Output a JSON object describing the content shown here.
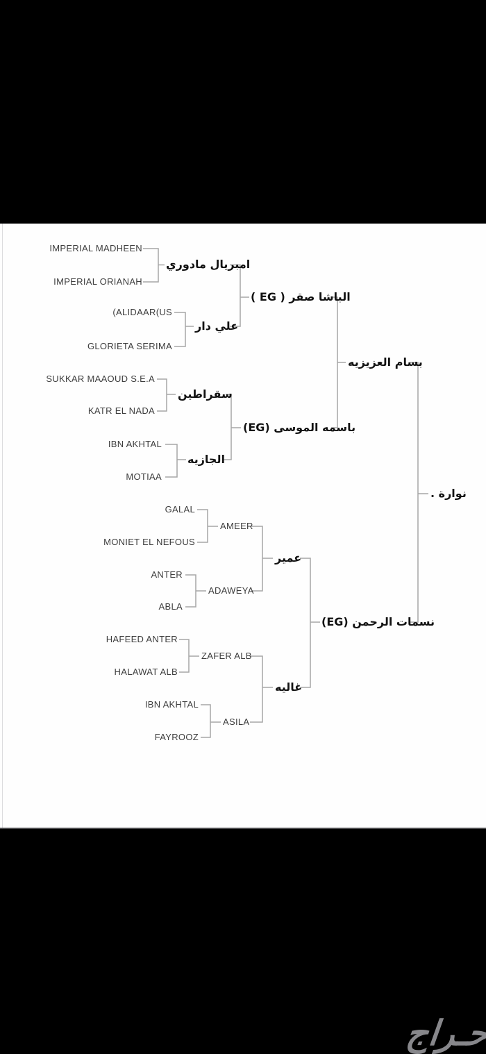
{
  "colors": {
    "letterbox": "#000000",
    "canvas_background": "#fefefe",
    "connector_line": "#a6a6a6",
    "latin_text": "#3d3d3d",
    "arabic_text": "#121212",
    "watermark": "#87878b"
  },
  "watermark": {
    "label": "حـراج"
  },
  "pedigree": {
    "root": {
      "label": "نوارة .",
      "parents": [
        {
          "label": "بسام العزيزيه",
          "parents": [
            {
              "label": "الباشا صقر ( EG )",
              "parents": [
                {
                  "label": "امبريال مادوري",
                  "parents": [
                    {
                      "label": "IMPERIAL MADHEEN"
                    },
                    {
                      "label": "IMPERIAL ORIANAH"
                    }
                  ]
                },
                {
                  "label": "علي دار",
                  "parents": [
                    {
                      "label": "(ALIDAAR(US"
                    },
                    {
                      "label": "GLORIETA SERIMA"
                    }
                  ]
                }
              ]
            },
            {
              "label": "باسمه الموسى (EG)",
              "parents": [
                {
                  "label": "سقراطين",
                  "parents": [
                    {
                      "label": "SUKKAR MAAOUD S.E.A"
                    },
                    {
                      "label": "KATR EL NADA"
                    }
                  ]
                },
                {
                  "label": "الجازيه",
                  "parents": [
                    {
                      "label": "IBN AKHTAL"
                    },
                    {
                      "label": "MOTIAA"
                    }
                  ]
                }
              ]
            }
          ]
        },
        {
          "label": "نسمات الرحمن (EG)",
          "parents": [
            {
              "label": "عمير",
              "parents": [
                {
                  "label": "AMEER",
                  "parents": [
                    {
                      "label": "GALAL"
                    },
                    {
                      "label": "MONIET EL NEFOUS"
                    }
                  ]
                },
                {
                  "label": "ADAWEYA",
                  "parents": [
                    {
                      "label": "ANTER"
                    },
                    {
                      "label": "ABLA"
                    }
                  ]
                }
              ]
            },
            {
              "label": "غاليه",
              "parents": [
                {
                  "label": "ZAFER ALB",
                  "parents": [
                    {
                      "label": "HAFEED ANTER"
                    },
                    {
                      "label": "HALAWAT ALB"
                    }
                  ]
                },
                {
                  "label": "ASILA",
                  "parents": [
                    {
                      "label": "IBN AKHTAL"
                    },
                    {
                      "label": "FAYROOZ"
                    }
                  ]
                }
              ]
            }
          ]
        }
      ]
    }
  }
}
